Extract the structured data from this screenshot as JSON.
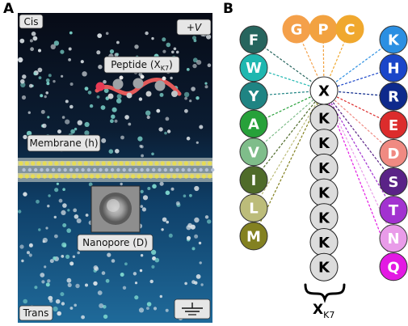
{
  "panel_a": {
    "letter": "A",
    "labels": {
      "cis": "Cis",
      "voltage": "+V",
      "peptide": "Peptide (X",
      "peptide_sub": "K7",
      "peptide_close": ")",
      "membrane": "Membrane (h)",
      "nanopore": "Nanopore (D)",
      "trans": "Trans"
    }
  },
  "panel_b": {
    "letter": "B",
    "center_residue": "X",
    "chain_residue": "K",
    "chain_length": 7,
    "bracket_label": "X",
    "bracket_sub": "K7",
    "top_row": [
      {
        "letter": "G",
        "color": "#f4a04a"
      },
      {
        "letter": "P",
        "color": "#f2a240"
      },
      {
        "letter": "C",
        "color": "#f0a82e"
      }
    ],
    "left_col": [
      {
        "letter": "F",
        "color": "#27655e"
      },
      {
        "letter": "W",
        "color": "#1fb7b0"
      },
      {
        "letter": "Y",
        "color": "#1f8483"
      },
      {
        "letter": "A",
        "color": "#27a13a"
      },
      {
        "letter": "V",
        "color": "#7fbd8a"
      },
      {
        "letter": "I",
        "color": "#4f6b2a"
      },
      {
        "letter": "L",
        "color": "#bcbc7a"
      },
      {
        "letter": "M",
        "color": "#838121"
      }
    ],
    "right_col": [
      {
        "letter": "K",
        "color": "#2b8fe2"
      },
      {
        "letter": "H",
        "color": "#1a46c9"
      },
      {
        "letter": "R",
        "color": "#0e2a8c"
      },
      {
        "letter": "E",
        "color": "#dc2c2c"
      },
      {
        "letter": "D",
        "color": "#f08a82"
      },
      {
        "letter": "S",
        "color": "#5a2387"
      },
      {
        "letter": "T",
        "color": "#a232d0"
      },
      {
        "letter": "N",
        "color": "#e99ce9"
      },
      {
        "letter": "Q",
        "color": "#e319e3"
      }
    ]
  }
}
